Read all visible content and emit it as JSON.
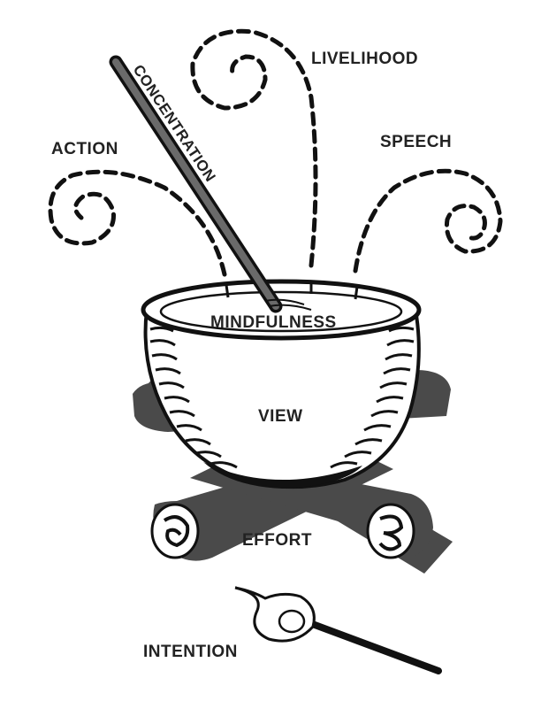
{
  "labels": {
    "action": "ACTION",
    "concentration": "CONCENTRATION",
    "livelihood": "LIVELIHOOD",
    "speech": "SPEECH",
    "mindfulness": "MINDFULNESS",
    "view": "VIEW",
    "effort": "EFFORT",
    "intention": "INTENTION"
  },
  "colors": {
    "ink": "#111111",
    "text": "#222222",
    "log": "#4a4a4a",
    "match_stick": "#222222"
  },
  "icons": [
    "cooking-pot-icon",
    "stirring-stick-icon",
    "steam-swirl-icon",
    "firewood-log-icon",
    "match-flame-icon"
  ]
}
